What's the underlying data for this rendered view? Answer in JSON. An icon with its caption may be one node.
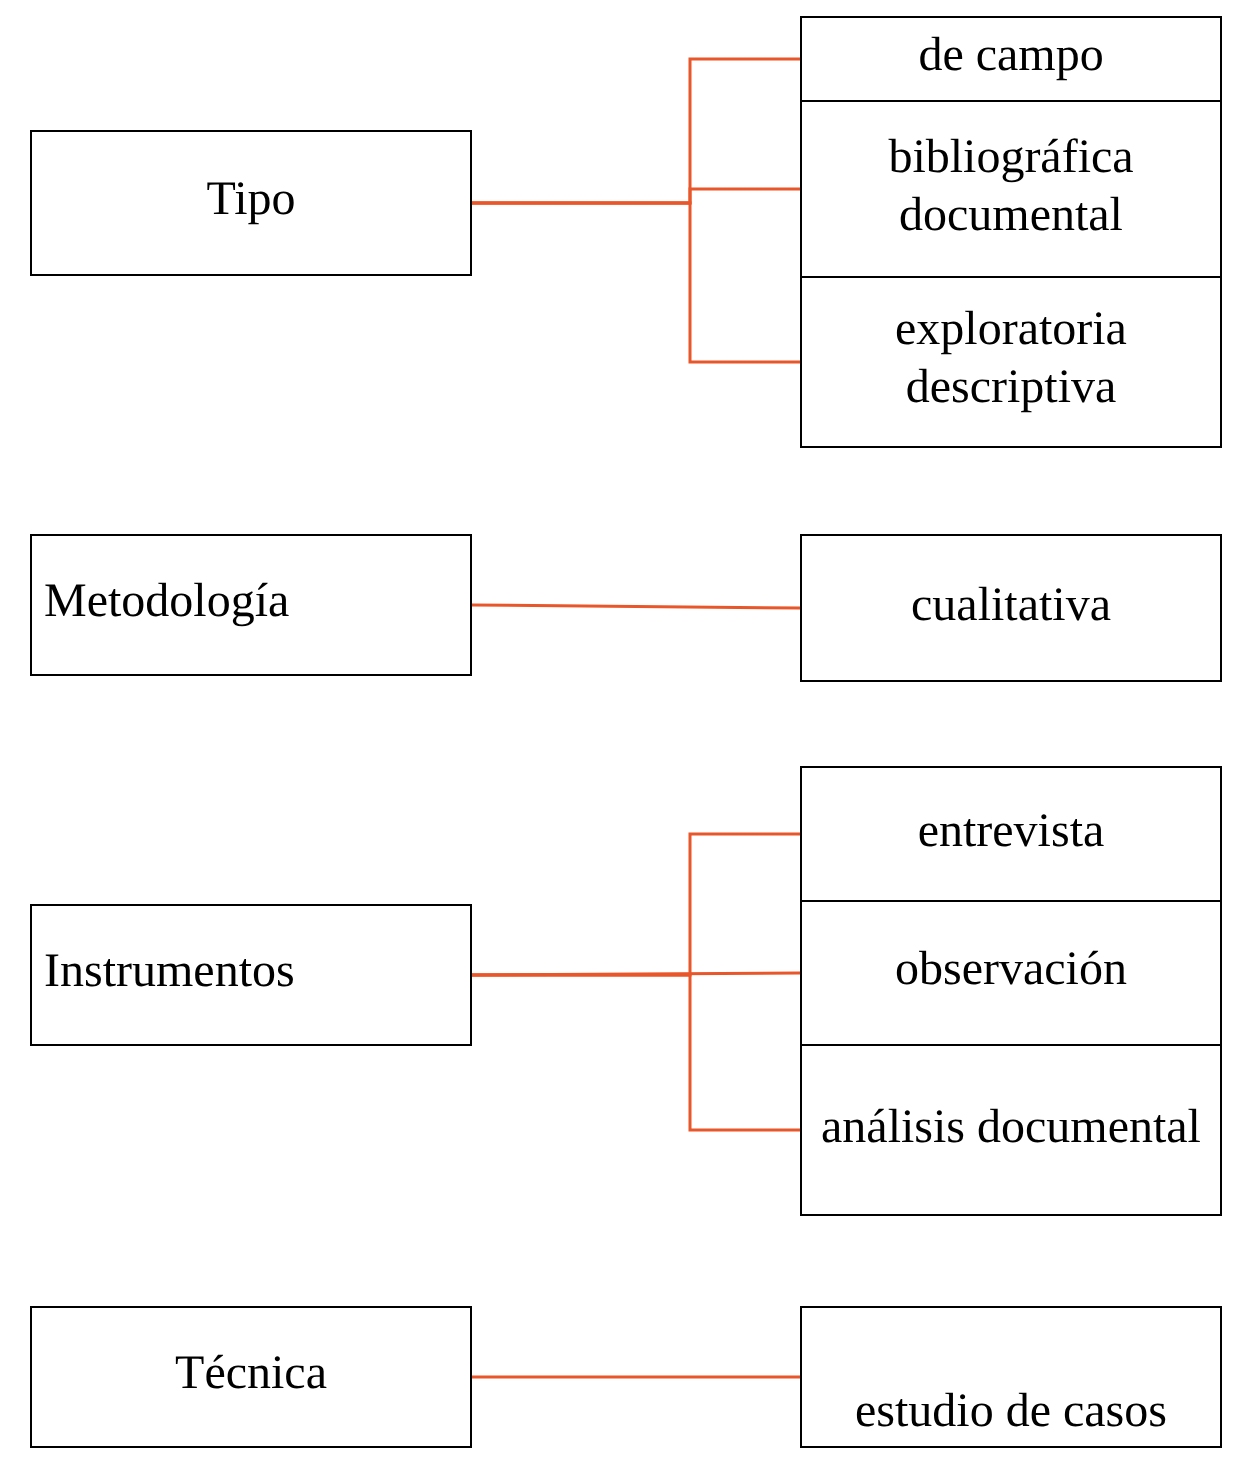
{
  "diagram": {
    "nodes": [
      {
        "text": [
          "Tipo"
        ]
      },
      {
        "text": [
          "de campo"
        ]
      },
      {
        "text": [
          "bibliográfica documental"
        ]
      },
      {
        "text": [
          "exploratoria descriptiva"
        ]
      },
      {
        "text": [
          "Metodología"
        ]
      },
      {
        "text": [
          "cualitativa"
        ]
      },
      {
        "text": [
          "Instrumentos"
        ]
      },
      {
        "text": [
          "entrevista"
        ]
      },
      {
        "text": [
          "observación"
        ]
      },
      {
        "text": [
          "análisis documental"
        ]
      },
      {
        "text": [
          "Técnica"
        ]
      },
      {
        "text": [
          "estudio de casos"
        ]
      }
    ],
    "edges": [
      {
        "from": 0,
        "to": 1,
        "arrow": "none"
      },
      {
        "from": 0,
        "to": 2,
        "arrow": "none"
      },
      {
        "from": 0,
        "to": 3,
        "arrow": "none"
      },
      {
        "from": 4,
        "to": 5,
        "arrow": "none"
      },
      {
        "from": 6,
        "to": 7,
        "arrow": "none"
      },
      {
        "from": 6,
        "to": 8,
        "arrow": "none"
      },
      {
        "from": 6,
        "to": 9,
        "arrow": "none"
      },
      {
        "from": 10,
        "to": 11,
        "arrow": "none"
      }
    ]
  }
}
